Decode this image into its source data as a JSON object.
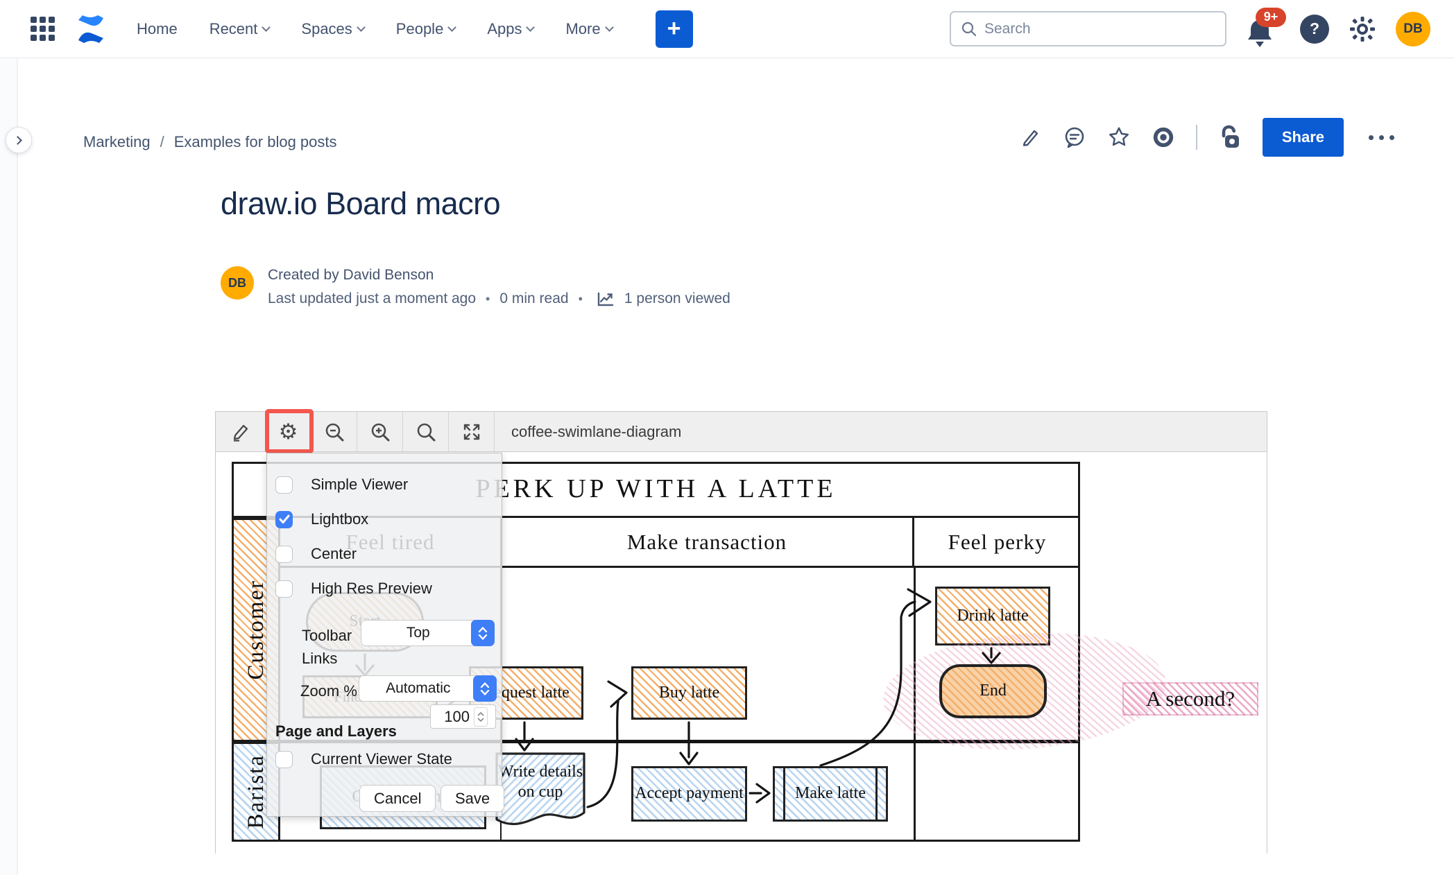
{
  "navbar": {
    "items": [
      {
        "label": "Home",
        "chevron": false
      },
      {
        "label": "Recent",
        "chevron": true
      },
      {
        "label": "Spaces",
        "chevron": true
      },
      {
        "label": "People",
        "chevron": true
      },
      {
        "label": "Apps",
        "chevron": true
      },
      {
        "label": "More",
        "chevron": true
      }
    ],
    "plus_label": "+",
    "search_placeholder": "Search",
    "notification_count": "9+",
    "help_label": "?",
    "avatar_initials": "DB"
  },
  "breadcrumb": {
    "space": "Marketing",
    "separator": "/",
    "page": "Examples for blog posts"
  },
  "actions": {
    "share_label": "Share"
  },
  "article": {
    "title": "draw.io Board macro",
    "avatar_initials": "DB",
    "created_by": "Created by David Benson",
    "last_updated": "Last updated just a moment ago",
    "dot": "•",
    "read_time": "0 min read",
    "viewed": "1 person viewed"
  },
  "viewer": {
    "filename": "coffee-swimlane-diagram",
    "highlight_color": "#F3564E"
  },
  "settings_panel": {
    "options": [
      {
        "label": "Simple Viewer",
        "checked": false
      },
      {
        "label": "Lightbox",
        "checked": true
      },
      {
        "label": "Center",
        "checked": false
      },
      {
        "label": "High Res Preview",
        "checked": false
      }
    ],
    "toolbar_label": "Toolbar",
    "toolbar_value": "Top",
    "links_label": "Links",
    "zoom_label": "Zoom %",
    "zoom_value": "Automatic",
    "zoom_percent": "100",
    "section_heading": "Page and Layers",
    "viewer_state": {
      "label": "Current Viewer State",
      "checked": false
    },
    "cancel_label": "Cancel",
    "save_label": "Save"
  },
  "diagram": {
    "title": "PERK UP WITH A LATTE",
    "columns": [
      "Feel tired",
      "Make transaction",
      "Feel perky"
    ],
    "lanes": [
      "Customer",
      "Barista"
    ],
    "nodes": {
      "start": "Start",
      "find_barista": "Find barista",
      "request_latte": "Request latte",
      "buy_latte": "Buy latte",
      "drink_latte": "Drink latte",
      "end": "End",
      "a_second": "A second?",
      "write_details": "Write details on cup",
      "greet_customer": "Greet customer",
      "accept_payment": "Accept payment",
      "make_latte": "Make latte"
    },
    "colors": {
      "customer_hatch": "#F5AE68",
      "barista_hatch": "#B9D5F0",
      "highlight_hatch": "#ECA9C6",
      "accent_blue": "#0B5BD3"
    }
  }
}
